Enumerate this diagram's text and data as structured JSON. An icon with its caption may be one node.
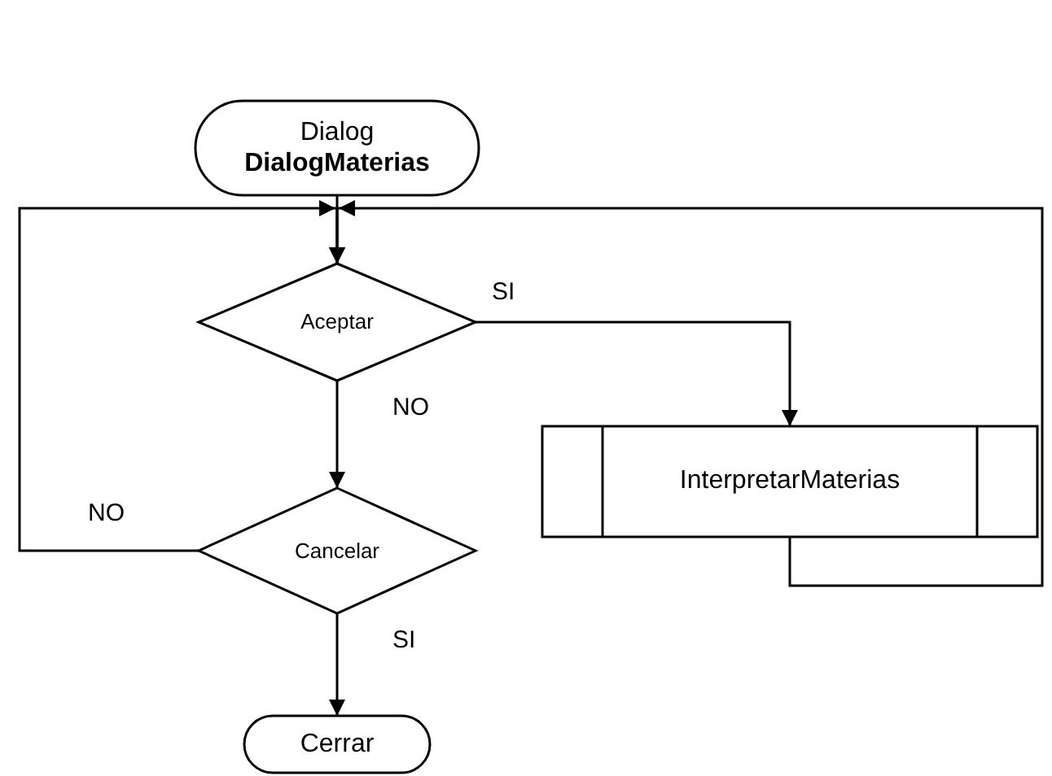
{
  "diagram": {
    "nodes": [
      {
        "text": [
          "Dialog",
          "DialogMaterias"
        ]
      },
      {
        "text": [
          "Aceptar"
        ]
      },
      {
        "text": [
          "InterpretarMaterias"
        ]
      },
      {
        "text": [
          "Cancelar"
        ]
      },
      {
        "text": [
          "Cerrar"
        ]
      }
    ],
    "edges": [
      {
        "from": 0,
        "to": 1,
        "arrow": "to"
      },
      {
        "from": 1,
        "to": 2,
        "arrow": "to",
        "label": "SI"
      },
      {
        "from": 1,
        "to": 3,
        "arrow": "to",
        "label": "NO"
      },
      {
        "from": 2,
        "to": 1,
        "arrow": "to"
      },
      {
        "from": 3,
        "to": 1,
        "arrow": "to",
        "label": "NO"
      },
      {
        "from": 3,
        "to": 4,
        "arrow": "to",
        "label": "SI"
      }
    ]
  }
}
